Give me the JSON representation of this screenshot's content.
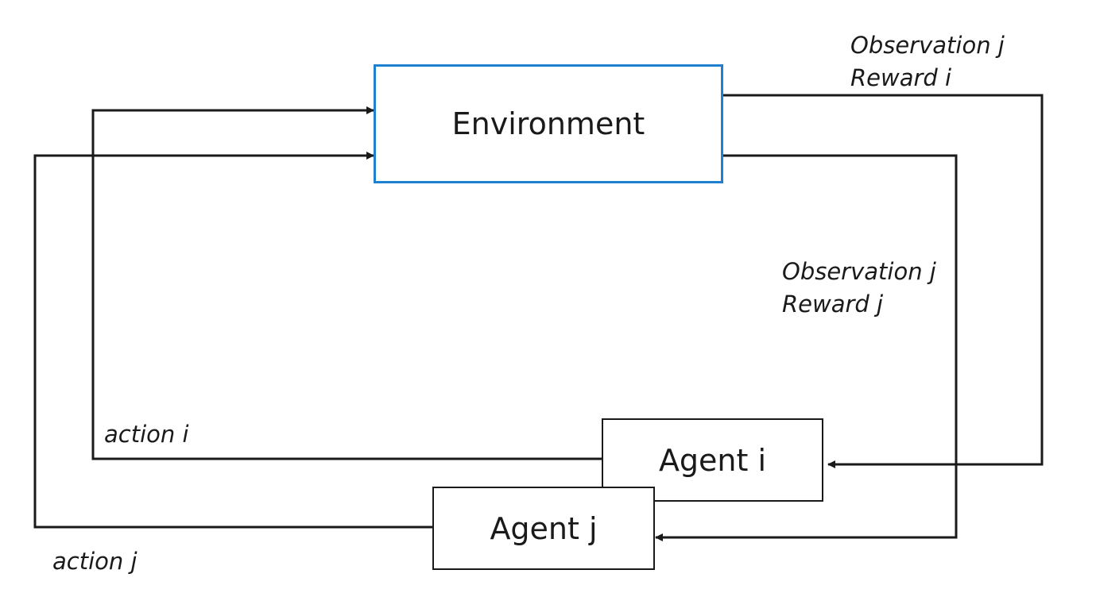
{
  "diagram": {
    "nodes": {
      "environment": {
        "label": "Environment",
        "border_color": "#1f7fd0"
      },
      "agent_i": {
        "label": "Agent i"
      },
      "agent_j": {
        "label": "Agent j"
      }
    },
    "edges": {
      "env_to_agent_i": {
        "from": "environment",
        "to": "agent_i",
        "labels": [
          "Observation j",
          "Reward i"
        ]
      },
      "env_to_agent_j": {
        "from": "environment",
        "to": "agent_j",
        "labels": [
          "Observation j",
          "Reward j"
        ]
      },
      "agent_i_to_env": {
        "from": "agent_i",
        "to": "environment",
        "label": "action i"
      },
      "agent_j_to_env": {
        "from": "agent_j",
        "to": "environment",
        "label": "action j"
      }
    },
    "line_color": "#1a1a1a"
  }
}
